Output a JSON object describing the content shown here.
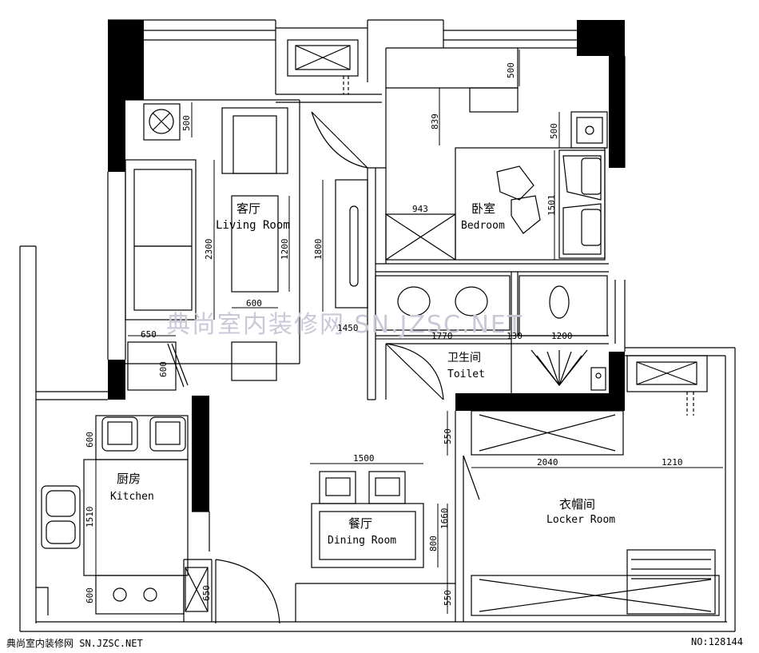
{
  "rooms": {
    "living": {
      "cn": "客厅",
      "en": "Living Room"
    },
    "bedroom": {
      "cn": "卧室",
      "en": "Bedroom"
    },
    "toilet": {
      "cn": "卫生间",
      "en": "Toilet"
    },
    "kitchen": {
      "cn": "厨房",
      "en": "Kitchen"
    },
    "dining": {
      "cn": "餐厅",
      "en": "Dining Room"
    },
    "locker": {
      "cn": "衣帽间",
      "en": "Locker Room"
    }
  },
  "dimensions": {
    "d500_top": "500",
    "d839": "839",
    "d500_right": "500",
    "d500_left": "500",
    "d943": "943",
    "d1501": "1501",
    "d2300": "2300",
    "d1200": "1200",
    "d1800": "1800",
    "d600_sofa": "600",
    "d650": "650",
    "d600_chair": "600",
    "d1450": "1450",
    "d1770": "1770",
    "d130": "130",
    "d1200_toilet": "1200",
    "d600_kitchen_top": "600",
    "d1510": "1510",
    "d600_kitchen_bottom": "600",
    "d650_kitchen": "650",
    "d1500": "1500",
    "d550_top": "550",
    "d1660": "1660",
    "d800": "800",
    "d550_bottom": "550",
    "d2040": "2040",
    "d1210": "1210"
  },
  "watermark": "典尚室内装修网 SN.JZSC.NET",
  "footer": {
    "left": "典尚室内装修网 SN.JZSC.NET",
    "right": "NO:128144"
  }
}
